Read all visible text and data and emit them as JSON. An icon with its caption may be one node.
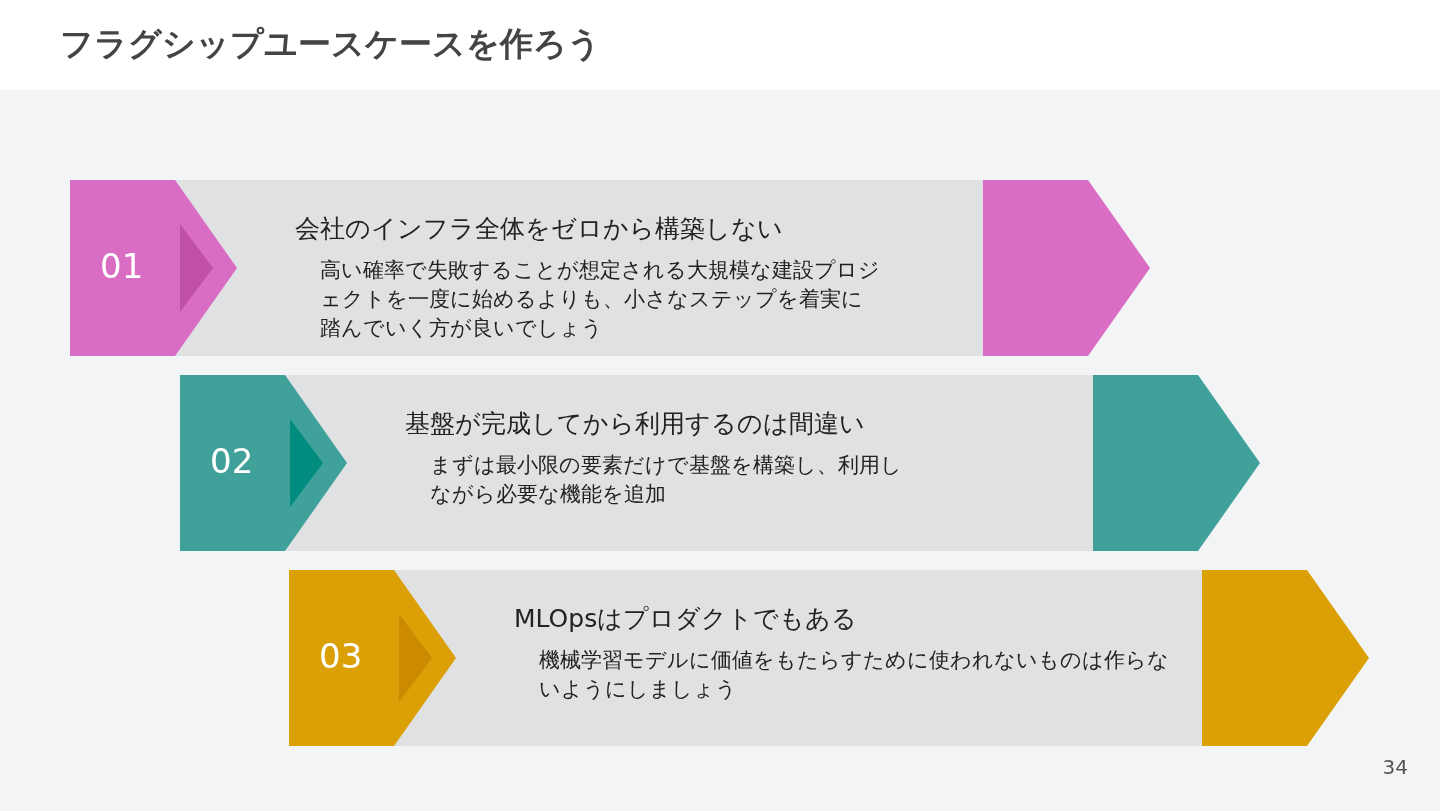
{
  "diagram": {
    "title": "フラグシップユースケースを作ろう",
    "nodes": [
      {
        "text": [
          "01",
          "会社のインフラ全体をゼロから構築しない",
          "高い確率で失敗することが想定される大規模な建設プロジェクトを一度に始めるよりも、小さなステップを着実に踏んでいく方が良いでしょう"
        ]
      },
      {
        "text": [
          "02",
          "基盤が完成してから利用するのは間違い",
          "まずは最小限の要素だけで基盤を構築し、利用しながら必要な機能を追加"
        ]
      },
      {
        "text": [
          "03",
          "MLOpsはプロダクトでもある",
          "機械学習モデルに価値をもたらすために使われないものは作らないようにしましょう"
        ]
      }
    ],
    "edges": [],
    "labels": [
      "34"
    ]
  }
}
